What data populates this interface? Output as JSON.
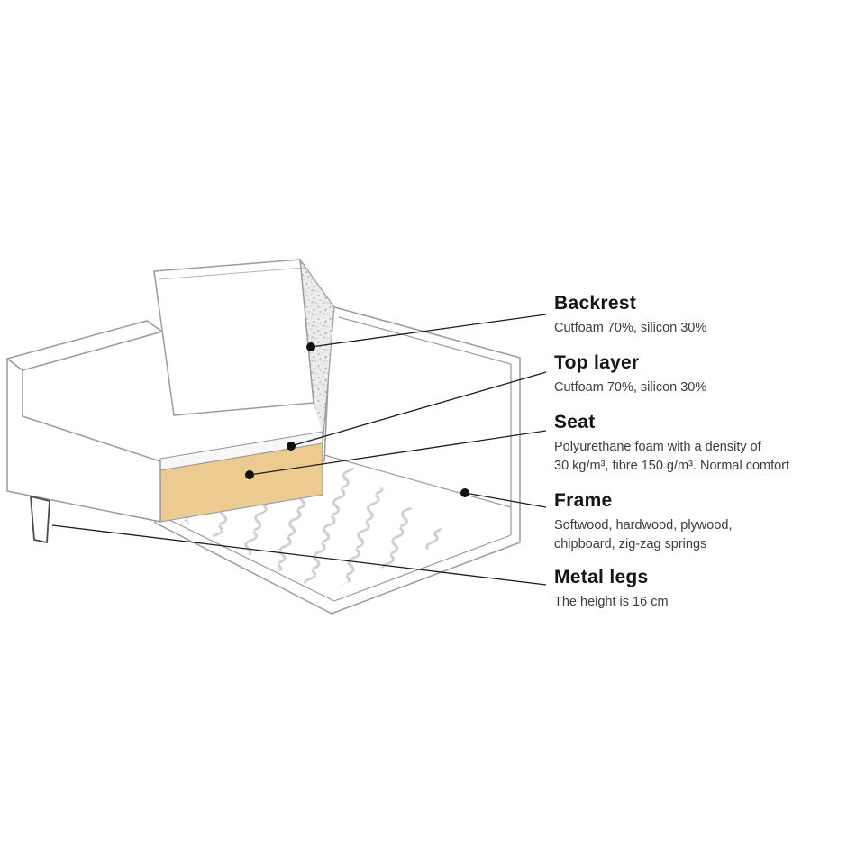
{
  "diagram": {
    "subject": "Sofa construction cutaway",
    "colors": {
      "background": "#ffffff",
      "outline": "#9b9b9b",
      "seat_foam": "#edcb90",
      "speckle_base": "#ececec",
      "springs": "#cfcfcf",
      "callout_line": "#1c1c1c"
    },
    "labels": [
      {
        "title": "Backrest",
        "desc": "Cutfoam 70%, silicon 30%"
      },
      {
        "title": "Top layer",
        "desc": "Cutfoam 70%, silicon 30%"
      },
      {
        "title": "Seat",
        "desc": "Polyurethane foam with a density of\n30 kg/m³, fibre 150 g/m³. Normal comfort"
      },
      {
        "title": "Frame",
        "desc": "Softwood, hardwood, plywood,\nchipboard, zig-zag springs"
      },
      {
        "title": "Metal legs",
        "desc": "The height is 16 cm"
      }
    ]
  }
}
